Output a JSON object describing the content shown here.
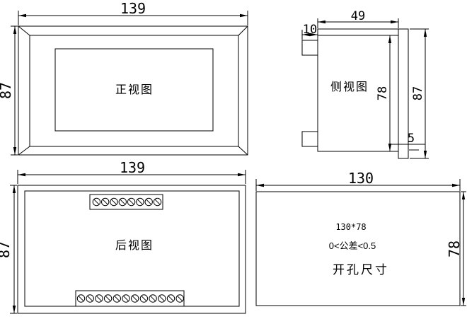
{
  "drawing": {
    "front_view": {
      "title": "正视图",
      "width_dim": "139",
      "height_dim": "87"
    },
    "side_view": {
      "title": "侧视图",
      "depth_dim": "49",
      "terminal_depth_dim": "10",
      "body_height_dim": "78",
      "bezel_height_dim": "87",
      "bezel_thickness_dim": "5"
    },
    "rear_view": {
      "title": "后视图",
      "width_dim": "139",
      "height_dim": "87",
      "top_terminal_count": 8,
      "bottom_terminal_count": 12
    },
    "cutout_view": {
      "title": "开孔尺寸",
      "width_dim": "130",
      "height_dim": "78",
      "size_note": "130*78",
      "tolerance_note": "0<公差<0.5"
    }
  },
  "colors": {
    "line": "#000000",
    "background": "#ffffff"
  }
}
